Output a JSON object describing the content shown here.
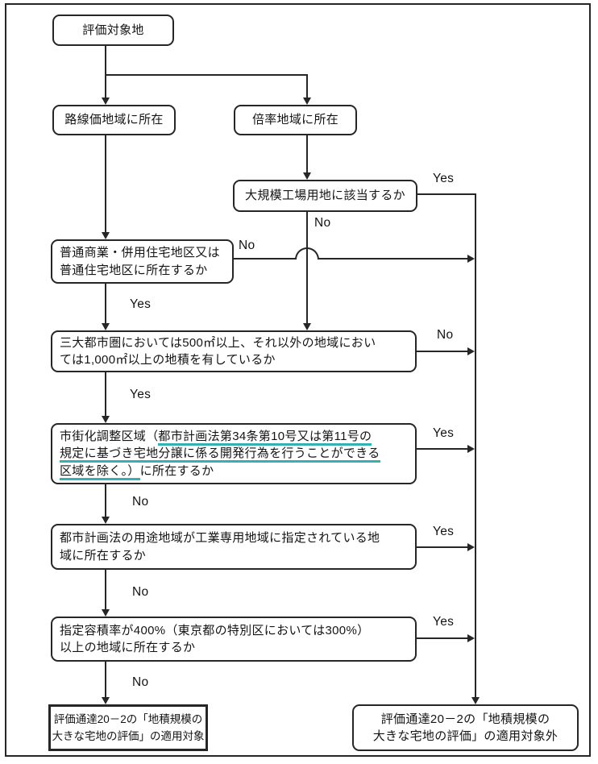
{
  "colors": {
    "line": "#262626",
    "underline": "#35b1b4",
    "text": "#141414"
  },
  "nodes": {
    "target": {
      "label": "評価対象地"
    },
    "rosenka": {
      "label": "路線価地域に所在"
    },
    "bairitsu": {
      "label": "倍率地域に所在"
    },
    "large_factory": {
      "label": "大規模工場用地に該当するか"
    },
    "district": {
      "l1": "普通商業・併用住宅地区又は",
      "l2": "普通住宅地区に所在するか"
    },
    "area_size": {
      "l1": "三大都市圏においては500㎡以上、それ以外の地域におい",
      "l2": "ては1,000㎡以上の地積を有しているか"
    },
    "urbanization": {
      "l1_pre": "市街化調整区域（",
      "l1_u": "都市計画法第34条第10号又は第11号の",
      "l2_u": "規定に基づき宅地分譲に係る開発行為を行うことができる",
      "l3_u": "区域を除く。）",
      "l3_post": "に所在するか"
    },
    "industrial": {
      "l1": "都市計画法の用途地域が工業専用地域に指定されている地",
      "l2": "域に所在するか"
    },
    "floor_ratio": {
      "l1": "指定容積率が400%（東京都の特別区においては300%）",
      "l2": "以上の地域に所在するか"
    },
    "applicable": {
      "l1": "評価通達20－2の「地積規模の",
      "l2": "大きな宅地の評価」の適用対象"
    },
    "not_applicable": {
      "l1": "評価通達20－2の「地積規模の",
      "l2": "大きな宅地の評価」の適用対象外"
    }
  },
  "branches": {
    "large_factory_yes": "Yes",
    "large_factory_no": "No",
    "district_no": "No",
    "district_yes": "Yes",
    "area_size_no": "No",
    "area_size_yes": "Yes",
    "urbanization_yes": "Yes",
    "urbanization_no": "No",
    "industrial_yes": "Yes",
    "industrial_no": "No",
    "floor_ratio_yes": "Yes",
    "floor_ratio_no": "No"
  }
}
